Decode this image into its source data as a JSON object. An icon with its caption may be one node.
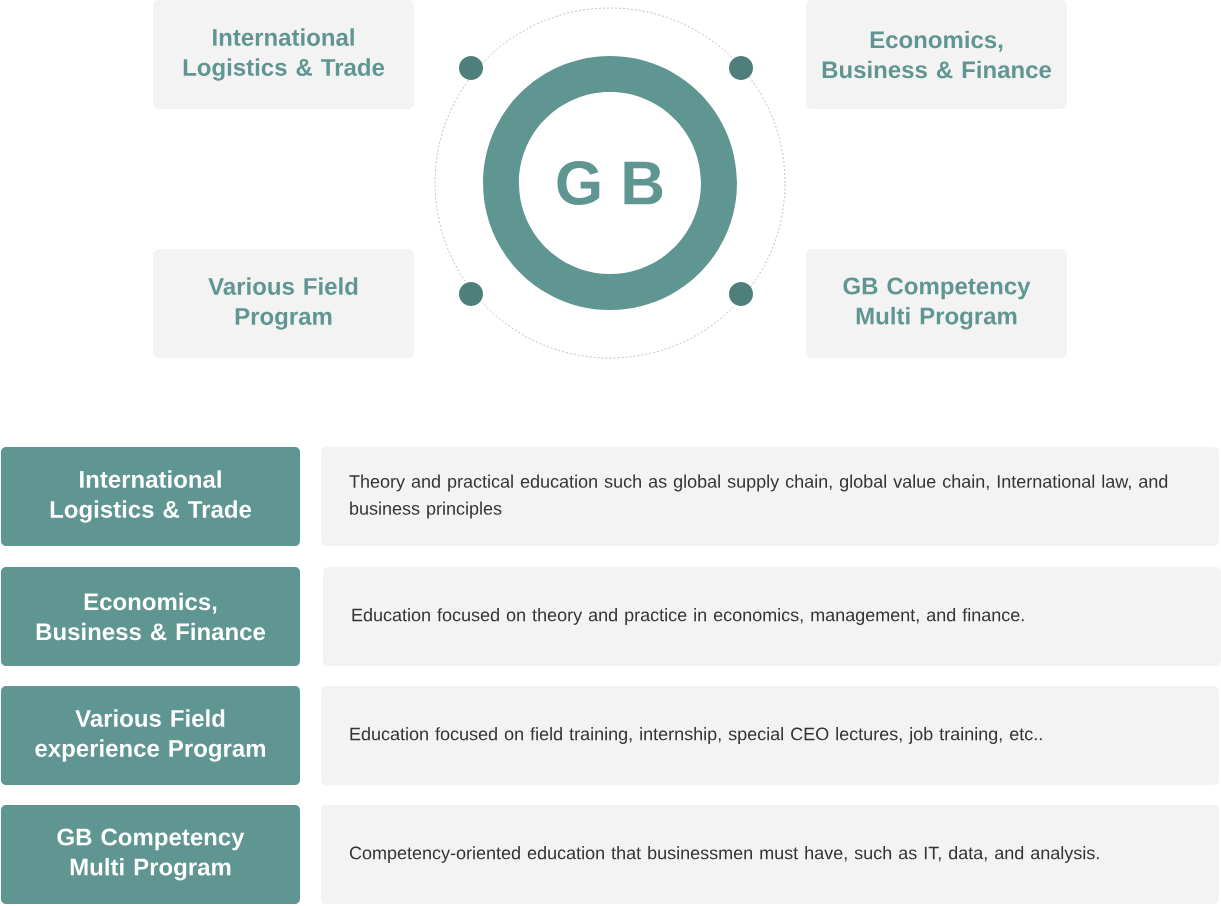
{
  "diagram": {
    "nodes": [
      {
        "text": [
          "International Logistics & Trade"
        ]
      },
      {
        "text": [
          "Economics, Business & Finance"
        ]
      },
      {
        "text": [
          "G B"
        ]
      },
      {
        "text": [
          "Various Field Program"
        ]
      },
      {
        "text": [
          "GB Competency Multi Program"
        ]
      },
      {
        "text": [
          "International Logistics & Trade"
        ]
      },
      {
        "text": [
          "Theory and practical education such as global supply chain, global value chain, International law, and business principles"
        ]
      },
      {
        "text": [
          "Economics, Business & Finance"
        ]
      },
      {
        "text": [
          "Education focused on theory and practice in economics, management, and finance."
        ]
      },
      {
        "text": [
          "Various Field experience Program"
        ]
      },
      {
        "text": [
          "Education focused on field training, internship, special CEO lectures, job training, etc.."
        ]
      },
      {
        "text": [
          "GB Competency Multi Program"
        ]
      },
      {
        "text": [
          "Competency-oriented education that businessmen must have, such as IT, data, and analysis."
        ]
      }
    ]
  }
}
